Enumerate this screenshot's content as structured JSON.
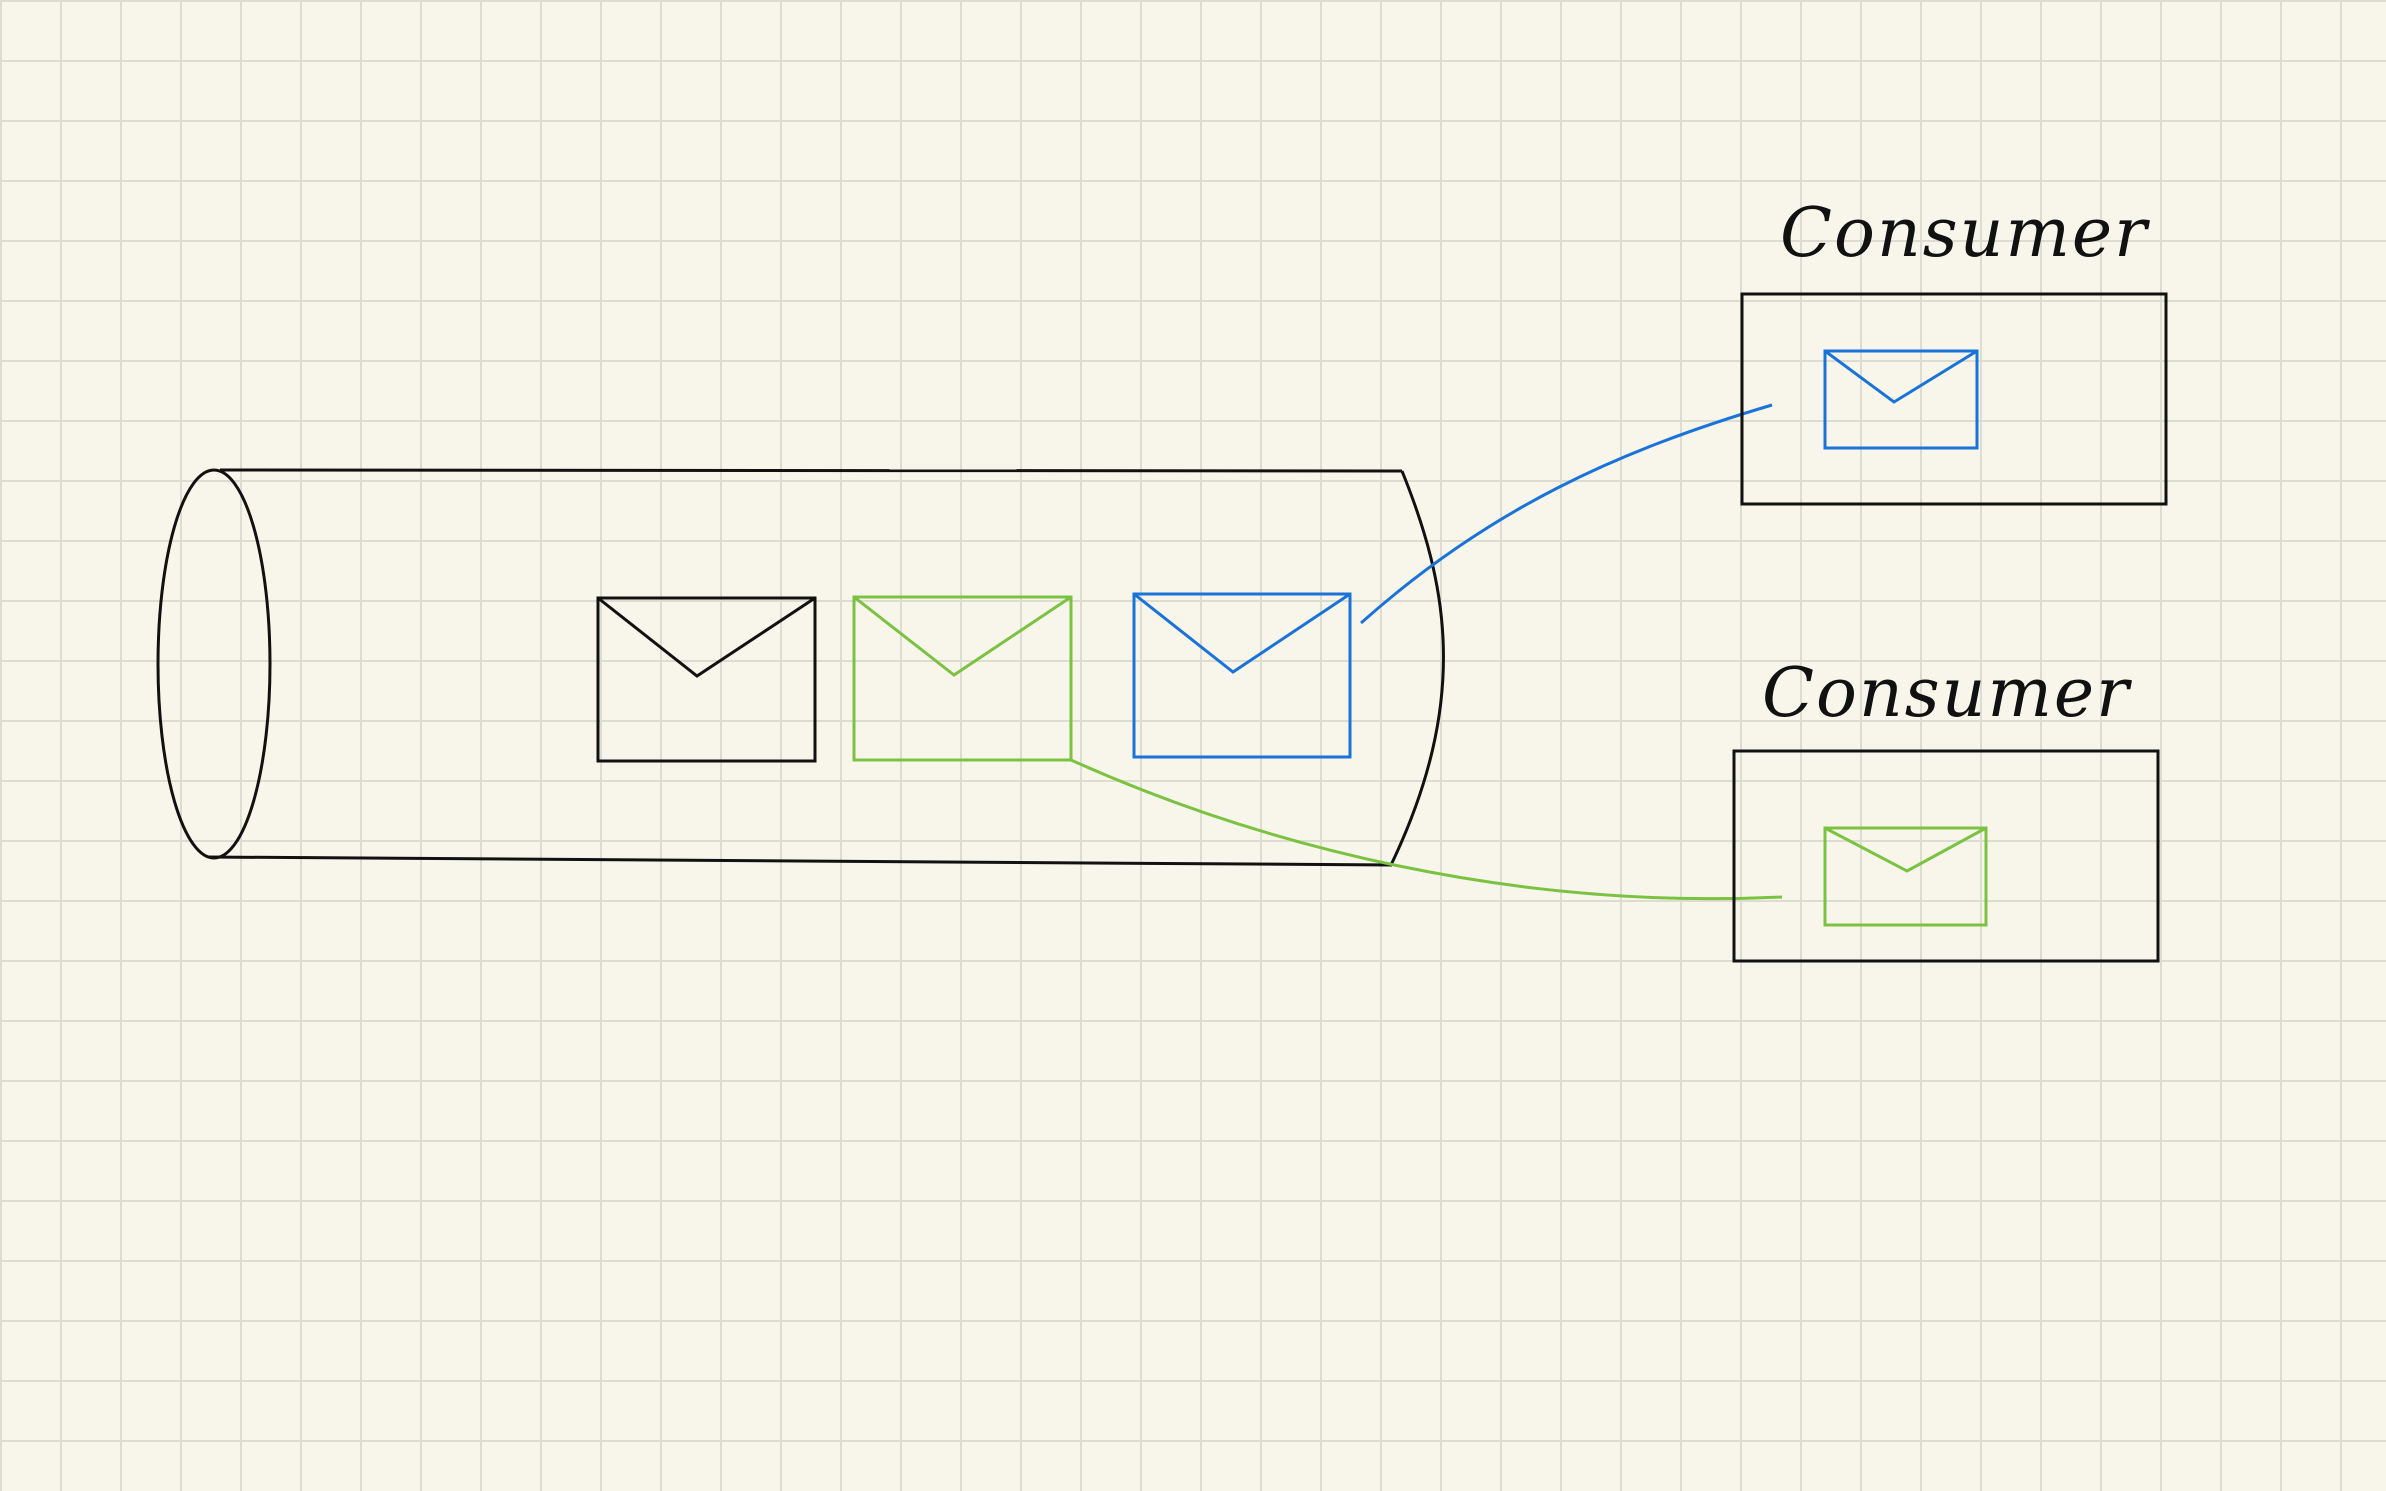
{
  "consumers": [
    {
      "label": "Consumer"
    },
    {
      "label": "Consumer"
    }
  ],
  "colors": {
    "background": "#f8f6ea",
    "grid": "#dddcd0",
    "ink": "#111111",
    "message_blue": "#1a73d9",
    "message_green": "#7cc242"
  },
  "queue_messages": [
    {
      "color": "ink"
    },
    {
      "color": "message_green"
    },
    {
      "color": "message_blue"
    }
  ]
}
